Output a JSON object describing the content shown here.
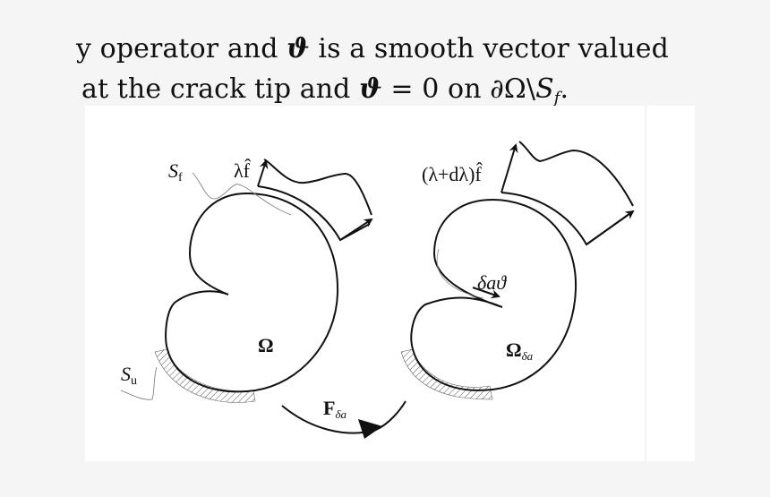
{
  "text": {
    "line1": {
      "before": "y operator and ",
      "symbol": "ϑ",
      "after": " is a smooth vector valued"
    },
    "line2": {
      "before": "at the crack tip and ",
      "symbol": "ϑ",
      "equals": " = 0 on ∂Ω\\",
      "S": "S",
      "S_sub": "f",
      "end": "."
    }
  },
  "figure": {
    "left_body": {
      "domain_label": "Ω",
      "traction_boundary_label": "S",
      "traction_boundary_sub": "f",
      "load_label": "λf̂",
      "displacement_boundary_label": "S",
      "displacement_boundary_sub": "u"
    },
    "mapping": {
      "label": "F",
      "label_sub": "δa"
    },
    "right_body": {
      "domain_label": "Ω",
      "domain_sub": "δa",
      "load_label": "(λ+dλ)f̂",
      "crack_extension_label": "δaϑ"
    }
  }
}
